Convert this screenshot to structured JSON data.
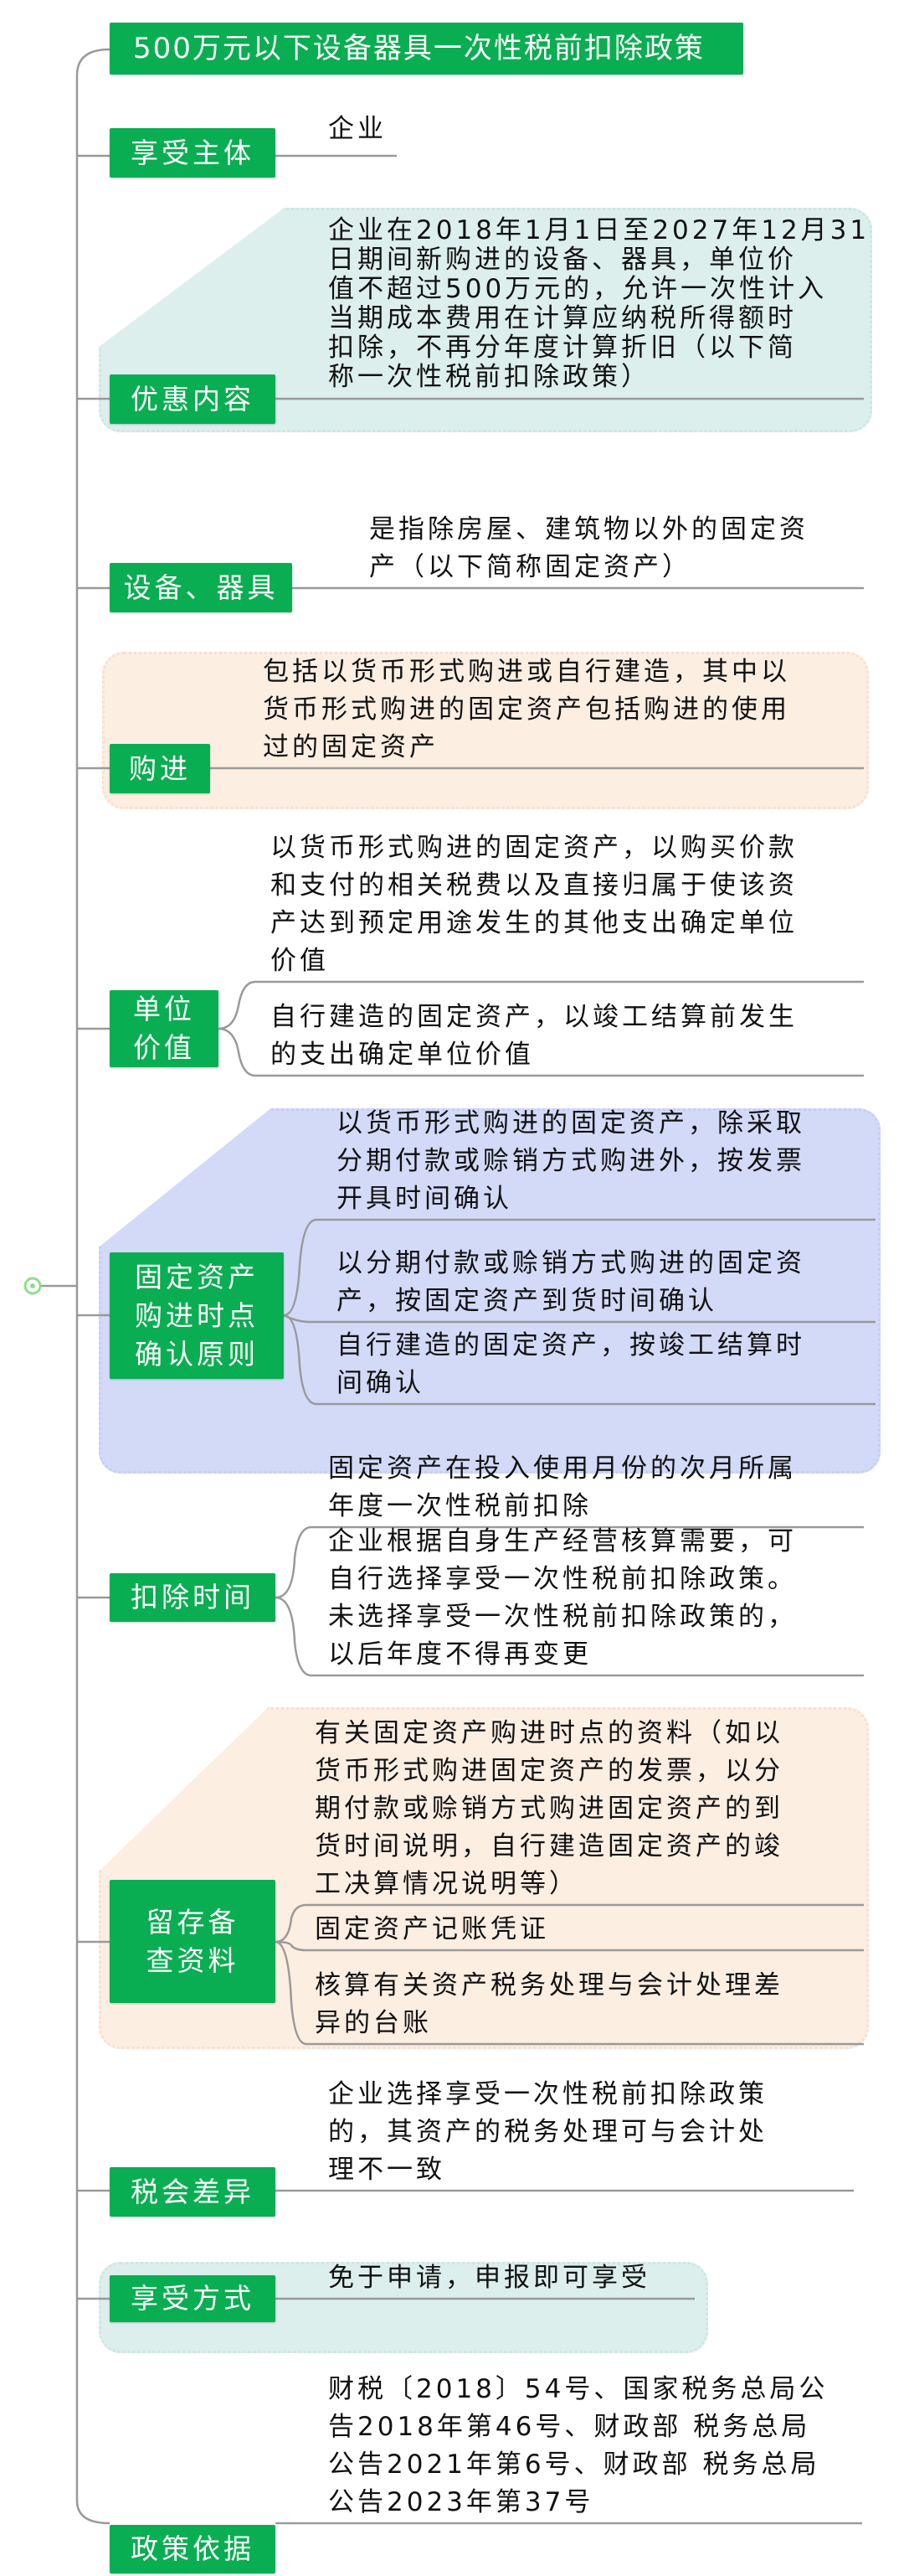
{
  "title": "500万元以下设备器具一次性税前扣除政策",
  "colors": {
    "node": "#0aae52",
    "mint": "#dcefec",
    "peach": "#fdeee2",
    "lavender": "#d3daf8",
    "line": "#999999"
  },
  "sections": [
    {
      "label": "享受主体",
      "items": [
        [
          "企业"
        ]
      ]
    },
    {
      "label": "优惠内容",
      "items": [
        [
          "企业在2018年1月1日至2027年12月31",
          "日期间新购进的设备、器具，单位价",
          "值不超过500万元的，允许一次性计入",
          "当期成本费用在计算应纳税所得额时",
          "扣除，不再分年度计算折旧（以下简",
          "称一次性税前扣除政策）"
        ]
      ]
    },
    {
      "label": "设备、器具",
      "items": [
        [
          "是指除房屋、建筑物以外的固定资",
          "产（以下简称固定资产）"
        ]
      ]
    },
    {
      "label": "购进",
      "items": [
        [
          "包括以货币形式购进或自行建造，其中以",
          "货币形式购进的固定资产包括购进的使用",
          "过的固定资产"
        ]
      ]
    },
    {
      "label_lines": [
        "单位",
        "价值"
      ],
      "items": [
        [
          "以货币形式购进的固定资产，以购买价款",
          "和支付的相关税费以及直接归属于使该资",
          "产达到预定用途发生的其他支出确定单位",
          "价值"
        ],
        [
          "自行建造的固定资产，以竣工结算前发生",
          "的支出确定单位价值"
        ]
      ]
    },
    {
      "label_lines": [
        "固定资产",
        "购进时点",
        "确认原则"
      ],
      "items": [
        [
          "以货币形式购进的固定资产，除采取",
          "分期付款或赊销方式购进外，按发票",
          "开具时间确认"
        ],
        [
          "以分期付款或赊销方式购进的固定资",
          "产，按固定资产到货时间确认"
        ],
        [
          "自行建造的固定资产，按竣工结算时",
          "间确认"
        ]
      ]
    },
    {
      "label": "扣除时间",
      "items": [
        [
          "固定资产在投入使用月份的次月所属",
          "年度一次性税前扣除"
        ],
        [
          "企业根据自身生产经营核算需要，可",
          "自行选择享受一次性税前扣除政策。",
          "未选择享受一次性税前扣除政策的，",
          "以后年度不得再变更"
        ]
      ]
    },
    {
      "label_lines": [
        "留存备",
        "查资料"
      ],
      "items": [
        [
          "有关固定资产购进时点的资料（如以",
          "货币形式购进固定资产的发票，以分",
          "期付款或赊销方式购进固定资产的到",
          "货时间说明，自行建造固定资产的竣",
          "工决算情况说明等）"
        ],
        [
          "固定资产记账凭证"
        ],
        [
          "核算有关资产税务处理与会计处理差",
          "异的台账"
        ]
      ]
    },
    {
      "label": "税会差异",
      "items": [
        [
          "企业选择享受一次性税前扣除政策",
          "的，其资产的税务处理可与会计处",
          "理不一致"
        ]
      ]
    },
    {
      "label": "享受方式",
      "items": [
        [
          "免于申请，申报即可享受"
        ]
      ]
    },
    {
      "label": "政策依据",
      "items": [
        [
          "财税〔2018〕54号、国家税务总局公",
          "告2018年第46号、财政部 税务总局",
          "公告2021年第6号、财政部 税务总局",
          "公告2023年第37号"
        ]
      ]
    }
  ]
}
